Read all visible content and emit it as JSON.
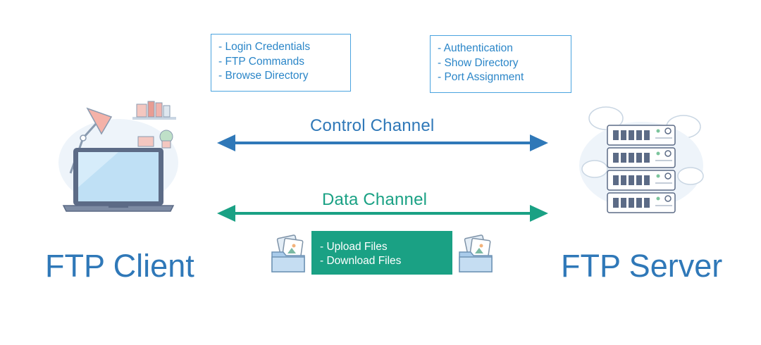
{
  "client_box": {
    "lines": [
      "- Login Credentials",
      "- FTP Commands",
      "- Browse Directory"
    ]
  },
  "server_box": {
    "lines": [
      "- Authentication",
      "- Show Directory",
      "- Port Assignment"
    ]
  },
  "control_channel": {
    "label": "Control Channel",
    "color": "#2f78b8"
  },
  "data_channel": {
    "label": "Data Channel",
    "color": "#1aa184"
  },
  "files_box": {
    "lines": [
      "- Upload Files",
      "- Download Files"
    ]
  },
  "client_title": "FTP Client",
  "server_title": "FTP Server",
  "icons": {
    "client": "laptop-desk-icon",
    "server": "server-rack-icon",
    "folder": "folder-image-icon"
  }
}
